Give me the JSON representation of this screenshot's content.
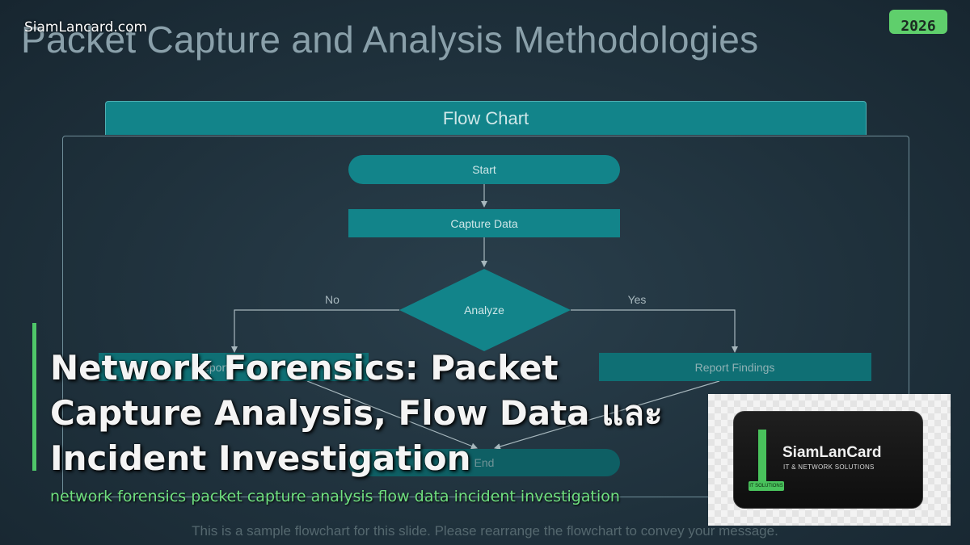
{
  "watermark": "SiamLancard.com",
  "year_badge": "2026",
  "slide_title": "Packet Capture and Analysis Methodologies",
  "flowchart": {
    "header": "Flow Chart",
    "nodes": {
      "start": "Start",
      "capture": "Capture Data",
      "analyze": "Analyze",
      "report_left": "Report",
      "report_findings": "Report Findings",
      "end": "End"
    },
    "edge_labels": {
      "no": "No",
      "yes": "Yes"
    },
    "footnote": "This is a sample flowchart for this slide. Please rearrange the flowchart to convey your message."
  },
  "headline": {
    "line1": "Network Forensics: Packet",
    "line2": "Capture Analysis, Flow Data และ",
    "line3": "Incident Investigation"
  },
  "subtitle": "network forensics packet capture analysis flow data incident investigation",
  "logo": {
    "name": "SiamLanCard",
    "tagline": "IT & NETWORK SOLUTIONS",
    "tag": "IT SOLUTIONS"
  },
  "colors": {
    "background": "#1f313c",
    "teal": "#12848a",
    "accent_green": "#4fc769"
  }
}
